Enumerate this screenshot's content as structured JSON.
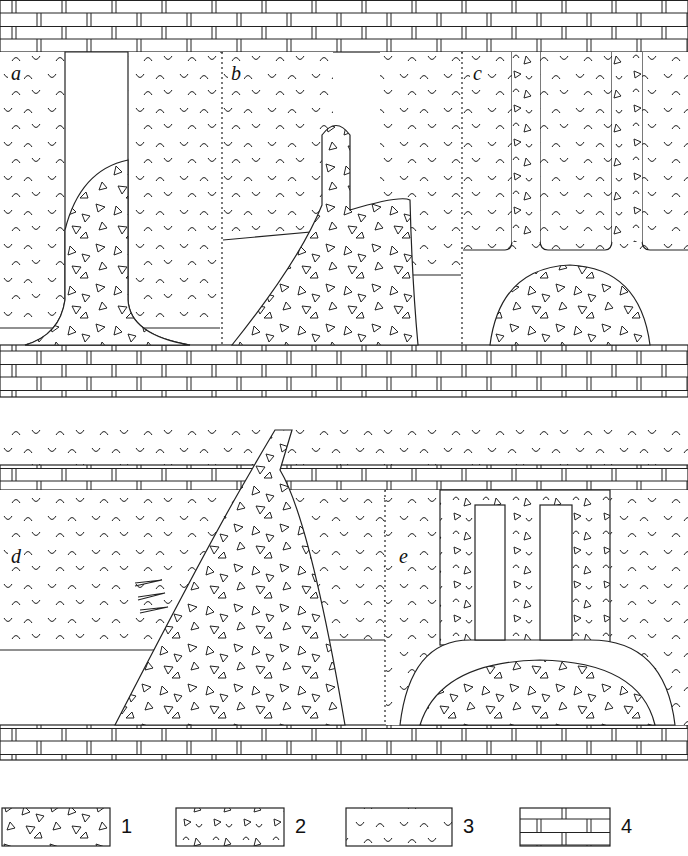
{
  "diagram": {
    "labels": [
      "a",
      "b",
      "c",
      "d",
      "e"
    ],
    "legend": [
      {
        "text": "1"
      },
      {
        "text": "2"
      },
      {
        "text": "3"
      },
      {
        "text": "4"
      }
    ]
  }
}
